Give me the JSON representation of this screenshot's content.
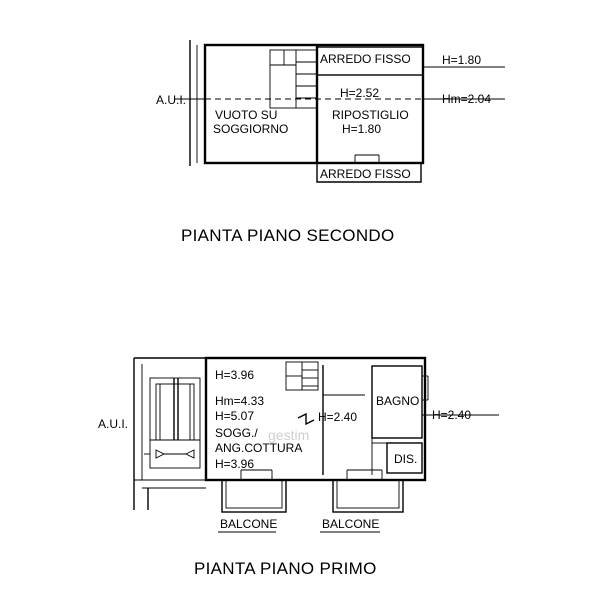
{
  "second_floor": {
    "title": "PIANTA PIANO SECONDO",
    "aui": "A.U.I.",
    "arredo_fisso_top": "ARREDO FISSO",
    "arredo_fisso_bottom": "ARREDO FISSO",
    "h_arredo": "H=1.80",
    "h_center": "H=2.52",
    "hm": "Hm=2.04",
    "vuoto_line1": "VUOTO SU",
    "vuoto_line2": "SOGGIORNO",
    "ripostiglio": "RIPOSTIGLIO",
    "h_ripostiglio": "H=1.80"
  },
  "first_floor": {
    "title": "PIANTA PIANO PRIMO",
    "aui": "A.U.I.",
    "h_top": "H=3.96",
    "hm": "Hm=4.33",
    "h_max": "H=5.07",
    "sogg": "SOGG./",
    "ang_cottura": "ANG.COTTURA",
    "h_bottom": "H=3.96",
    "h_center": "H=2.40",
    "bagno": "BAGNO",
    "h_bagno": "H=2.40",
    "dis": "DIS.",
    "balcone_left": "BALCONE",
    "balcone_right": "BALCONE"
  }
}
